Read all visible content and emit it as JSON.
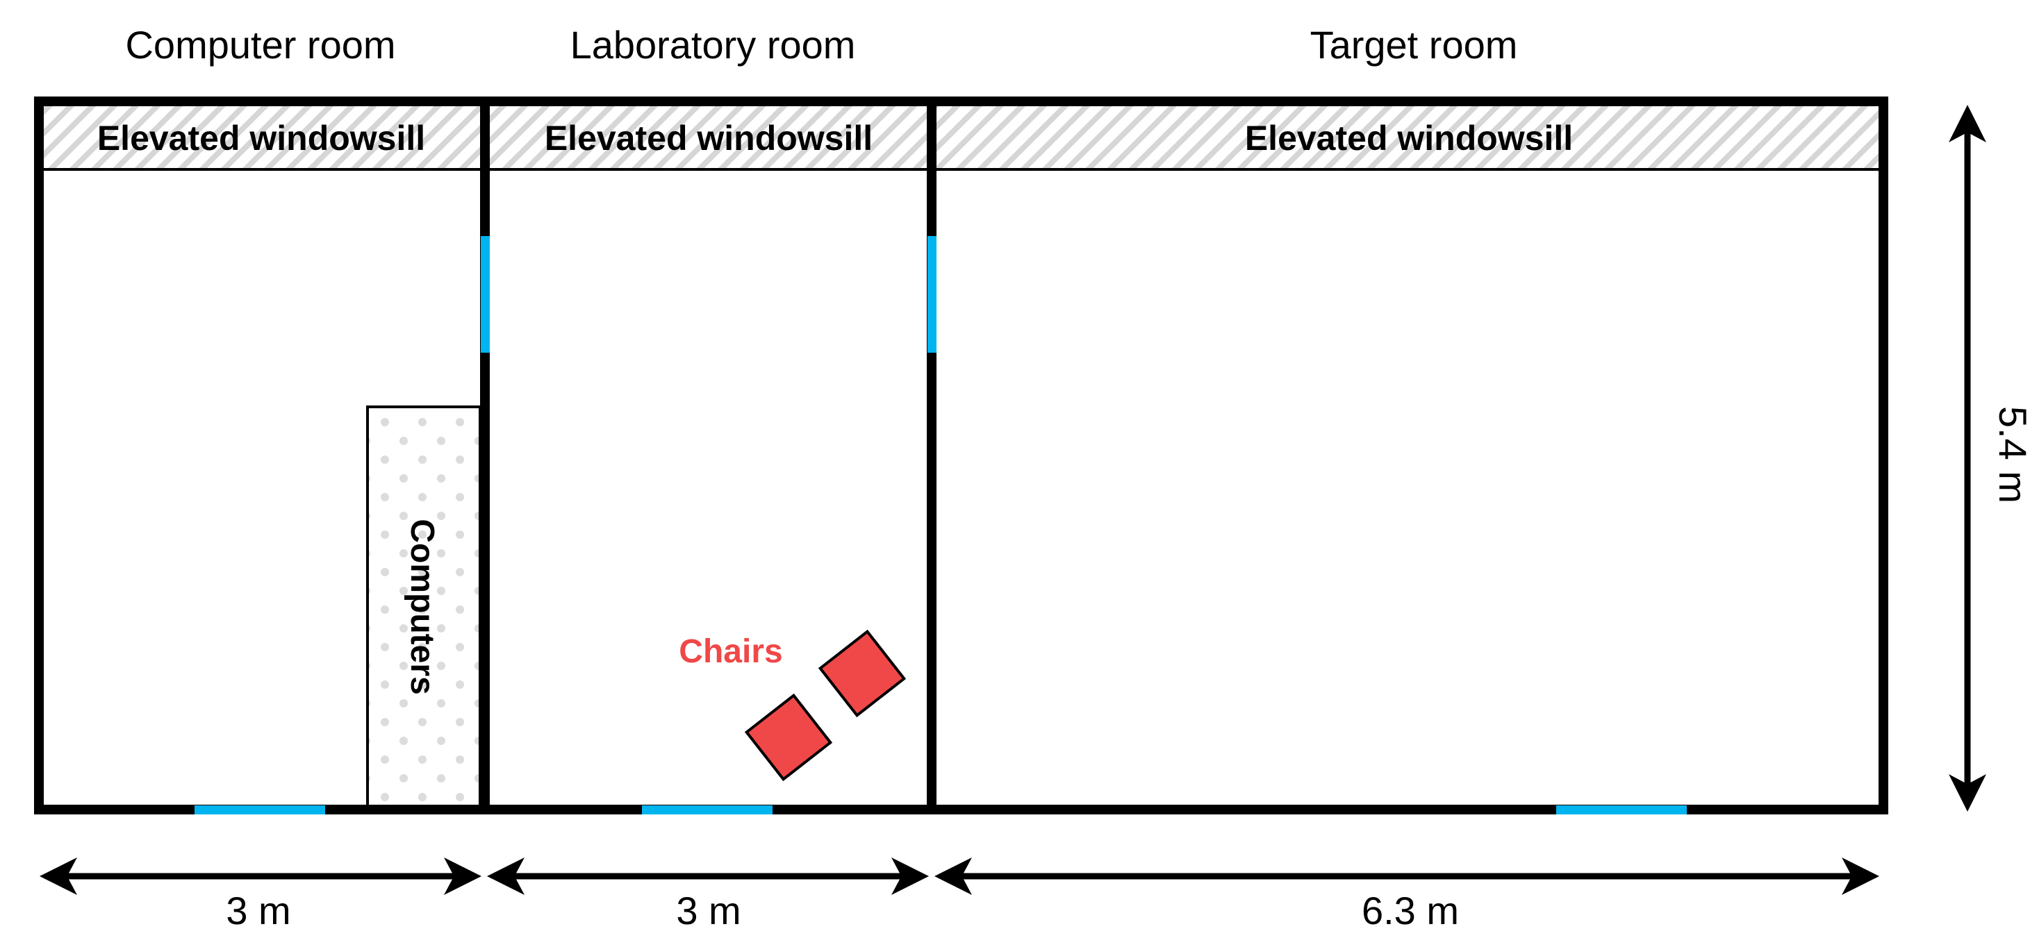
{
  "rooms": [
    {
      "title": "Computer room",
      "sill_label": "Elevated windowsill",
      "width_label": "3 m"
    },
    {
      "title": "Laboratory room",
      "sill_label": "Elevated windowsill",
      "width_label": "3 m"
    },
    {
      "title": "Target room",
      "sill_label": "Elevated windowsill",
      "width_label": "6.3 m"
    }
  ],
  "height_label": "5.4 m",
  "computers_label": "Computers",
  "chairs_label": "Chairs",
  "colors": {
    "wall": "#000000",
    "window": "#00b4f0",
    "chair_fill": "#f04848",
    "chair_label": "#f04848",
    "sill_hatch": "#d0d0d0",
    "computers_dots": "#d8d8d8"
  }
}
